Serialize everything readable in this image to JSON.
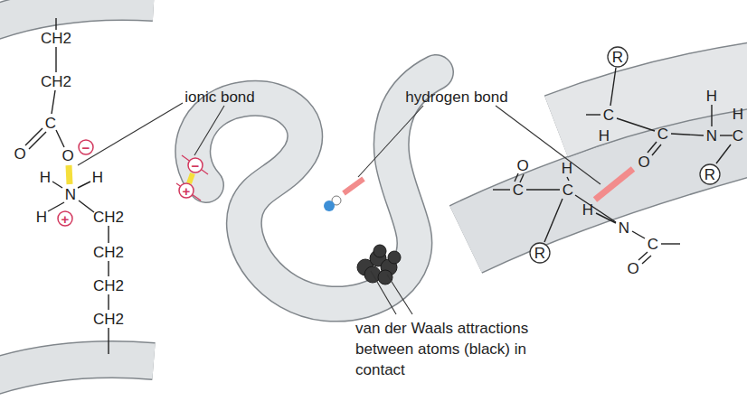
{
  "diagram": {
    "labels": [
      "ionic bond",
      "hydrogen bond",
      "van der Waals attractions between atoms (black) in contact",
      "CH2",
      "CH2",
      "C",
      "O",
      "O",
      "−",
      "H",
      "N",
      "H",
      "H",
      "+",
      "CH2",
      "CH2",
      "CH2",
      "CH2",
      "−",
      "+",
      "R",
      "C",
      "H",
      "C",
      "O",
      "N",
      "H",
      "H",
      "C",
      "R",
      "O",
      "C",
      "H",
      "C",
      "N",
      "H",
      "C",
      "O",
      "R"
    ]
  }
}
